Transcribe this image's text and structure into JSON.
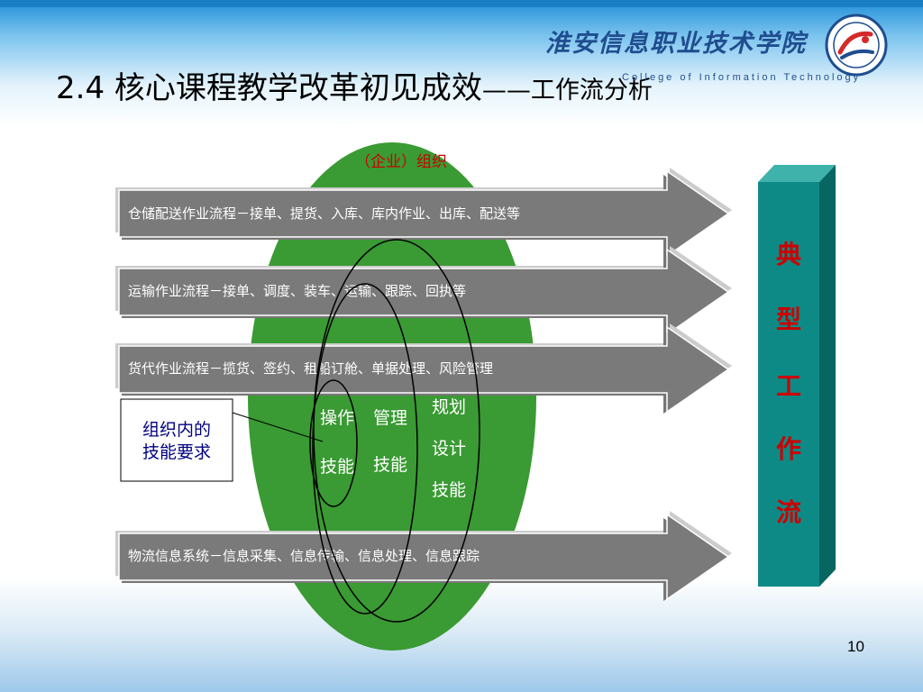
{
  "slide": {
    "title_main": "2.4 核心课程教学改革初见成效",
    "title_sub": "——工作流分析",
    "page_number": "10"
  },
  "header": {
    "school_name_cn": "淮安信息职业技术学院",
    "school_name_en": "College of Information Technology"
  },
  "diagram": {
    "oval_label": "（企业）组织",
    "arrows": [
      "仓储配送作业流程－接单、提货、入库、库内作业、出库、配送等",
      "运输作业流程－接单、调度、装车、运输、跟踪、回执等",
      "货代作业流程－揽货、签约、租船订舱、单据处理、风险管理",
      "物流信息系统－信息采集、信息传输、信息处理、信息跟踪"
    ],
    "skills": {
      "operation_top": "操作",
      "operation_bottom": "技能",
      "management_top": "管理",
      "management_bottom": "技能",
      "planning_1": "规划",
      "planning_2": "设计",
      "planning_3": "技能"
    },
    "callout_line1": "组织内的",
    "callout_line2": "技能要求",
    "pillar_chars": [
      "典",
      "型",
      "工",
      "作",
      "流"
    ]
  },
  "colors": {
    "oval_green": "#3a9a33",
    "arrow_gray": "#7a7a7a",
    "pillar_teal": "#0e8a86",
    "pillar_text_red": "#cc0000",
    "label_red": "#cc0000",
    "header_blue": "#1b7fc6"
  }
}
